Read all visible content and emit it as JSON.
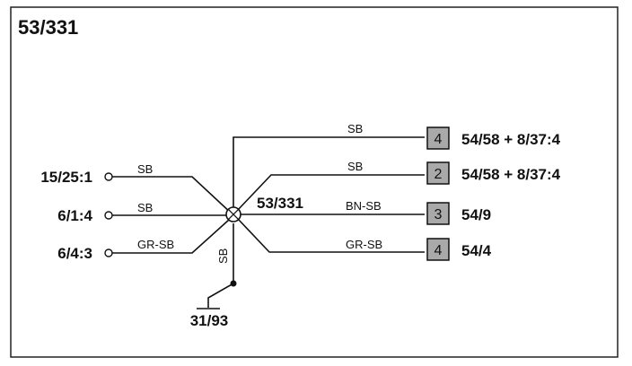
{
  "title": "53/331",
  "splice": {
    "label": "53/331"
  },
  "left_connections": [
    {
      "label": "15/25:1",
      "wire": "SB"
    },
    {
      "label": "6/1:4",
      "wire": "SB"
    },
    {
      "label": "6/4:3",
      "wire": "GR-SB"
    }
  ],
  "right_connections": [
    {
      "wire": "SB",
      "pin": "4",
      "label": "54/58 + 8/37:4"
    },
    {
      "wire": "SB",
      "pin": "2",
      "label": "54/58 + 8/37:4"
    },
    {
      "wire": "BN-SB",
      "pin": "3",
      "label": "54/9"
    },
    {
      "wire": "GR-SB",
      "pin": "4",
      "label": "54/4"
    }
  ],
  "ground": {
    "wire": "SB",
    "label": "31/93"
  }
}
